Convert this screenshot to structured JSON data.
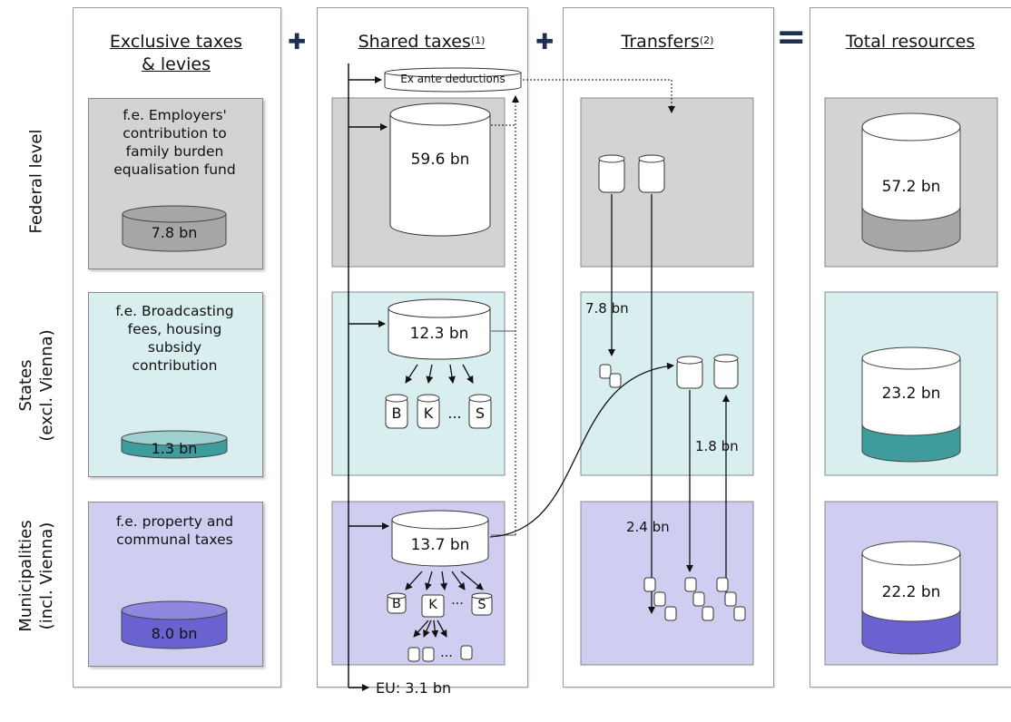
{
  "headers": {
    "exclusive_line1": "Exclusive taxes",
    "exclusive_line2": "& levies",
    "shared": "Shared taxes",
    "shared_note": "(1)",
    "transfers": "Transfers",
    "transfers_note": "(2)",
    "total": "Total resources"
  },
  "operators": {
    "plus": "✚",
    "equals": "="
  },
  "levels": {
    "federal": "Federal level",
    "states_line1": "States",
    "states_line2": "(excl. Vienna)",
    "municipalities_line1": "Municipalities",
    "municipalities_line2": "(incl. Vienna)"
  },
  "exclusive": {
    "federal_desc": [
      "f.e. Employers'",
      "contribution to",
      "family burden",
      "equalisation fund"
    ],
    "federal_value": "7.8 bn",
    "states_desc": [
      "f.e. Broadcasting",
      "fees, housing",
      "subsidy",
      "contribution"
    ],
    "states_value": "1.3 bn",
    "municipalities_desc": [
      "f.e. property and",
      "communal taxes"
    ],
    "municipalities_value": "8.0 bn"
  },
  "shared": {
    "ex_ante": "Ex ante deductions",
    "federal_value": "59.6 bn",
    "states_value": "12.3 bn",
    "municipalities_value": "13.7 bn",
    "state_letters": [
      "B",
      "K",
      "...",
      "S"
    ],
    "municipal_letters": [
      "B",
      "K",
      "...",
      "S"
    ],
    "dots": "...",
    "eu": "EU: 3.1 bn"
  },
  "transfers": {
    "federal_to_states": "7.8 bn",
    "states_to_municipalities": "1.8 bn",
    "municipalities_to_states": "2.4 bn"
  },
  "total": {
    "federal_value": "57.2 bn",
    "states_value": "23.2 bn",
    "municipalities_value": "22.2 bn"
  },
  "colors": {
    "grey_panel": "#d3d3d3",
    "teal_panel": "#d9efef",
    "lavender_panel": "#cfcdf0",
    "grey_fill": "#a6a6a6",
    "teal_fill": "#3e9c9c",
    "purple_fill": "#6a62d0"
  }
}
